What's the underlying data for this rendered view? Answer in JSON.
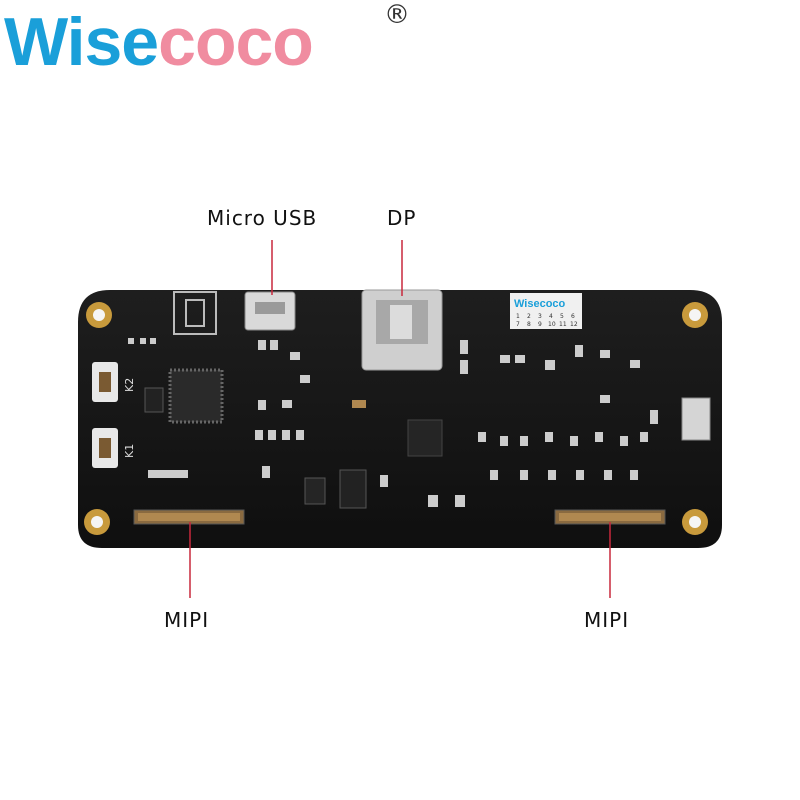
{
  "brand": {
    "logo_w": "Wise",
    "logo_o": "coco",
    "registered": "®"
  },
  "board_silk": {
    "logo": "Wisecoco",
    "k1": "K1",
    "k2": "K2",
    "grid_row1": [
      "1",
      "2",
      "3",
      "4",
      "5",
      "6"
    ],
    "grid_row2": [
      "7",
      "8",
      "9",
      "10",
      "11",
      "12"
    ]
  },
  "callouts": {
    "micro_usb": "Micro USB",
    "dp": "DP",
    "mipi_left": "MIPI",
    "mipi_right": "MIPI"
  },
  "colors": {
    "logo_blue": "#1a9fd9",
    "logo_pink": "#f08ca0",
    "pcb": "#151515",
    "callout_line": "#c8283c"
  }
}
